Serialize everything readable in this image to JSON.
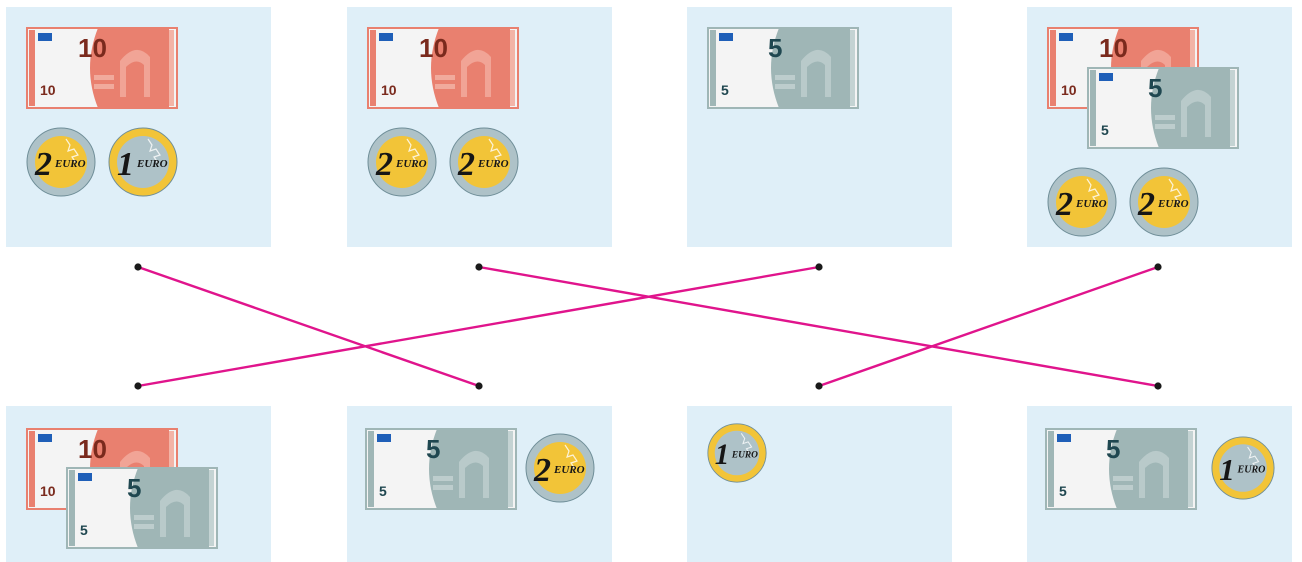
{
  "colors": {
    "card_bg": "#dfeff8",
    "line": "#e0148c",
    "dot": "#1a1a1a",
    "note10": "#e9806f",
    "note10_light": "#f3b4a7",
    "note10_text": "#7a2a1d",
    "note5": "#9fb6b6",
    "note5_light": "#c4d3d3",
    "note5_text": "#1f4750",
    "coin_gold": "#f2c438",
    "coin_silver": "#aec2c8"
  },
  "coin_text": "EURO",
  "top_cards": [
    {
      "id": "t1",
      "notes": [
        {
          "value": "10",
          "label_big": "10",
          "label_small": "10"
        }
      ],
      "coins": [
        {
          "value": "2"
        },
        {
          "value": "1"
        }
      ]
    },
    {
      "id": "t2",
      "notes": [
        {
          "value": "10",
          "label_big": "10",
          "label_small": "10"
        }
      ],
      "coins": [
        {
          "value": "2"
        },
        {
          "value": "2"
        }
      ]
    },
    {
      "id": "t3",
      "notes": [
        {
          "value": "5",
          "label_big": "5",
          "label_small": "5"
        }
      ],
      "coins": []
    },
    {
      "id": "t4",
      "notes": [
        {
          "value": "10",
          "label_big": "10",
          "label_small": "10"
        },
        {
          "value": "5",
          "label_big": "5",
          "label_small": "5"
        }
      ],
      "coins": [
        {
          "value": "2"
        },
        {
          "value": "2"
        }
      ]
    }
  ],
  "bottom_cards": [
    {
      "id": "b1",
      "notes": [
        {
          "value": "10",
          "label_big": "10",
          "label_small": "10"
        },
        {
          "value": "5",
          "label_big": "5",
          "label_small": "5"
        }
      ],
      "coins": []
    },
    {
      "id": "b2",
      "notes": [
        {
          "value": "5",
          "label_big": "5",
          "label_small": "5"
        }
      ],
      "coins": [
        {
          "value": "2"
        }
      ]
    },
    {
      "id": "b3",
      "notes": [],
      "coins": [
        {
          "value": "1"
        }
      ]
    },
    {
      "id": "b4",
      "notes": [
        {
          "value": "5",
          "label_big": "5",
          "label_small": "5"
        }
      ],
      "coins": [
        {
          "value": "1"
        }
      ]
    }
  ],
  "connections": [
    {
      "from": "t1",
      "to": "b2"
    },
    {
      "from": "t2",
      "to": "b4"
    },
    {
      "from": "t3",
      "to": "b1"
    },
    {
      "from": "t4",
      "to": "b3"
    }
  ]
}
